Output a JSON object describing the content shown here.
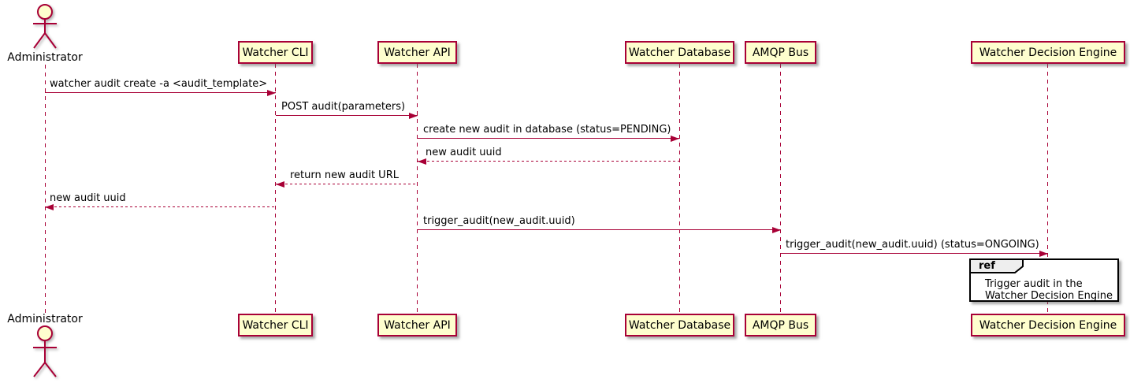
{
  "diagram": {
    "type": "sequence",
    "actor": {
      "name": "Administrator"
    },
    "participants": [
      {
        "name": "Watcher CLI"
      },
      {
        "name": "Watcher API"
      },
      {
        "name": "Watcher Database"
      },
      {
        "name": "AMQP Bus"
      },
      {
        "name": "Watcher Decision Engine"
      }
    ],
    "messages": [
      {
        "label": "watcher audit create -a <audit_template>",
        "from": "Administrator",
        "to": "Watcher CLI",
        "style": "solid"
      },
      {
        "label": "POST audit(parameters)",
        "from": "Watcher CLI",
        "to": "Watcher API",
        "style": "solid"
      },
      {
        "label": "create new audit in database (status=PENDING)",
        "from": "Watcher API",
        "to": "Watcher Database",
        "style": "solid"
      },
      {
        "label": "new audit uuid",
        "from": "Watcher Database",
        "to": "Watcher API",
        "style": "dashed"
      },
      {
        "label": "return new audit URL",
        "from": "Watcher API",
        "to": "Watcher CLI",
        "style": "dashed"
      },
      {
        "label": "new audit uuid",
        "from": "Watcher CLI",
        "to": "Administrator",
        "style": "dashed"
      },
      {
        "label": "trigger_audit(new_audit.uuid)",
        "from": "Watcher API",
        "to": "AMQP Bus",
        "style": "solid"
      },
      {
        "label": "trigger_audit(new_audit.uuid) (status=ONGOING)",
        "from": "AMQP Bus",
        "to": "Watcher Decision Engine",
        "style": "solid"
      }
    ],
    "ref": {
      "keyword": "ref",
      "lines": [
        "Trigger audit in the",
        "Watcher Decision Engine"
      ],
      "over": "Watcher Decision Engine"
    },
    "colors": {
      "accent": "#A80036",
      "participant_fill": "#FEFECE",
      "ref_header_fill": "#EEEEEE",
      "ref_border": "#000000",
      "text": "#000000",
      "background": "#FFFFFF"
    }
  }
}
